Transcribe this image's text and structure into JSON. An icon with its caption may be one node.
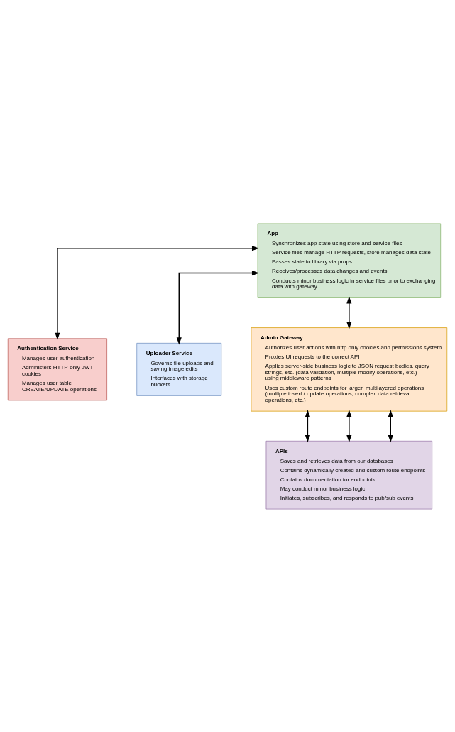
{
  "diagram": {
    "nodes": [
      {
        "text": [
          "App",
          "Synchronizes app state using store and service files",
          "Service files manage HTTP requests, store manages data state",
          "Passes state to library via props",
          "Receives/processes data changes and events",
          "Conducts minor business logic in service files prior to exchanging data with gateway"
        ]
      },
      {
        "text": [
          "Authentication Service",
          "Manages user authentication",
          "Administers HTTP-only JWT cookies",
          "Manages user table CREATE/UPDATE operations"
        ]
      },
      {
        "text": [
          "Uploader Service",
          "Governs file uploads and saving image edits",
          "Interfaces with storage buckets"
        ]
      },
      {
        "text": [
          "Admin Gateway",
          "Authorizes user actions with http only cookies and permissions system",
          "Proxies UI requests to the correct API",
          "Applies server-side business logic to JSON request bodies, query strings, etc. (data validation, multiple modify operations, etc.) using middleware patterns",
          "Uses custom route endpoints for larger, multilayered operations (multiple insert / update operations, complex data retrieval operations, etc.)"
        ]
      },
      {
        "text": [
          "APIs",
          "Saves and retrieves data from our databases",
          "Contains dynamically created and custom route endpoints",
          "Contains documentation for endpoints",
          "May conduct minor business logic",
          "Initiates, subscribes, and responds to pub/sub events"
        ]
      }
    ],
    "edges": [
      {
        "from": 0,
        "to": 1,
        "arrow": "both"
      },
      {
        "from": 0,
        "to": 3,
        "arrow": "both"
      },
      {
        "from": 0,
        "to": 2,
        "arrow": "both"
      },
      {
        "from": 3,
        "to": 4,
        "arrow": "both"
      },
      {
        "from": 3,
        "to": 4,
        "arrow": "both"
      },
      {
        "from": 3,
        "to": 4,
        "arrow": "both"
      }
    ]
  }
}
